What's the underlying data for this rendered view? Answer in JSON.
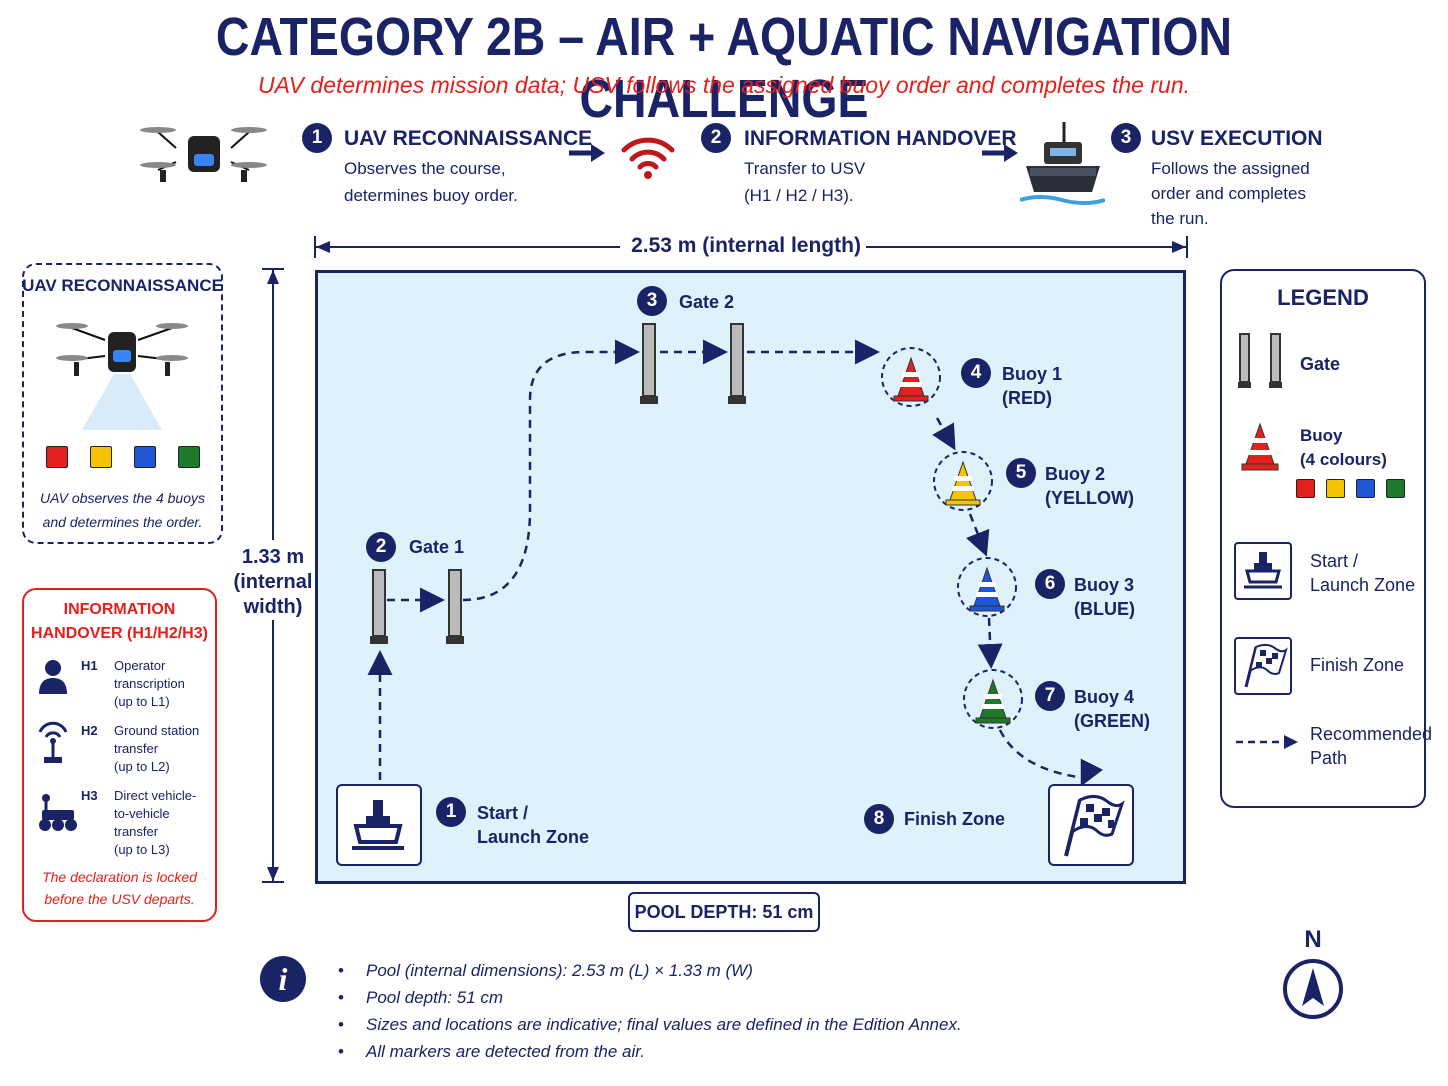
{
  "title": "CATEGORY 2B – AIR + AQUATIC NAVIGATION CHALLENGE",
  "subtitle": "UAV determines mission data; USV follows the assigned buoy order and completes the run.",
  "steps": [
    {
      "num": "1",
      "title": "UAV RECONNAISSANCE",
      "desc1": "Observes the course,",
      "desc2": "determines buoy order.",
      "icon": "drone-icon"
    },
    {
      "num": "2",
      "title": "INFORMATION HANDOVER",
      "desc1": "Transfer to USV",
      "desc2": "(H1 / H2 / H3).",
      "icon": "wifi-icon"
    },
    {
      "num": "3",
      "title": "USV EXECUTION",
      "desc1": "Follows the assigned",
      "desc2": "order and completes",
      "desc3": "the run.",
      "icon": "boat-icon"
    }
  ],
  "dimensions": {
    "length": "2.53 m (internal length)",
    "width1": "1.33 m",
    "width2": "(internal",
    "width3": "width)",
    "depth": "POOL DEPTH: 51 cm"
  },
  "uav_panel": {
    "title": "UAV RECONNAISSANCE",
    "note1": "UAV observes the 4 buoys",
    "note2": "and determines the order."
  },
  "handover_panel": {
    "title1": "INFORMATION",
    "title2": "HANDOVER (H1/H2/H3)",
    "items": [
      {
        "code": "H1",
        "lines": [
          "Operator",
          "transcription",
          "(up to L1)"
        ],
        "icon": "person-icon"
      },
      {
        "code": "H2",
        "lines": [
          "Ground station",
          "transfer",
          "(up to L2)"
        ],
        "icon": "antenna-icon"
      },
      {
        "code": "H3",
        "lines": [
          "Direct vehicle-",
          "to-vehicle",
          "transfer",
          "(up to L3)"
        ],
        "icon": "rover-icon"
      }
    ],
    "note1": "The declaration is locked",
    "note2": "before the USV departs."
  },
  "course": {
    "start": {
      "num": "1",
      "line1": "Start /",
      "line2": "Launch Zone"
    },
    "gate1": {
      "num": "2",
      "label": "Gate 1"
    },
    "gate2": {
      "num": "3",
      "label": "Gate 2"
    },
    "buoys": [
      {
        "num": "4",
        "line1": "Buoy 1",
        "line2": "(RED)",
        "color": "#e3201b"
      },
      {
        "num": "5",
        "line1": "Buoy 2",
        "line2": "(YELLOW)",
        "color": "#f5c400"
      },
      {
        "num": "6",
        "line1": "Buoy 3",
        "line2": "(BLUE)",
        "color": "#1f56d6"
      },
      {
        "num": "7",
        "line1": "Buoy 4",
        "line2": "(GREEN)",
        "color": "#1e7a2a"
      }
    ],
    "finish": {
      "num": "8",
      "label": "Finish Zone"
    }
  },
  "legend": {
    "title": "LEGEND",
    "gate": "Gate",
    "buoy1": "Buoy",
    "buoy2": "(4 colours)",
    "start1": "Start /",
    "start2": "Launch Zone",
    "finish": "Finish Zone",
    "path1": "Recommended",
    "path2": "Path"
  },
  "notes": [
    "Pool (internal dimensions): 2.53 m (L) × 1.33 m (W)",
    "Pool depth: 51 cm",
    "Sizes and locations are indicative; final values are defined in the Edition Annex.",
    "All markers are detected from the air."
  ],
  "compass": "N",
  "colors": {
    "navy": "#1a2366",
    "red": "#e3201b",
    "yellow": "#f5c400",
    "blue": "#1f56d6",
    "green": "#1e7a2a",
    "water": "#dff1fb"
  }
}
